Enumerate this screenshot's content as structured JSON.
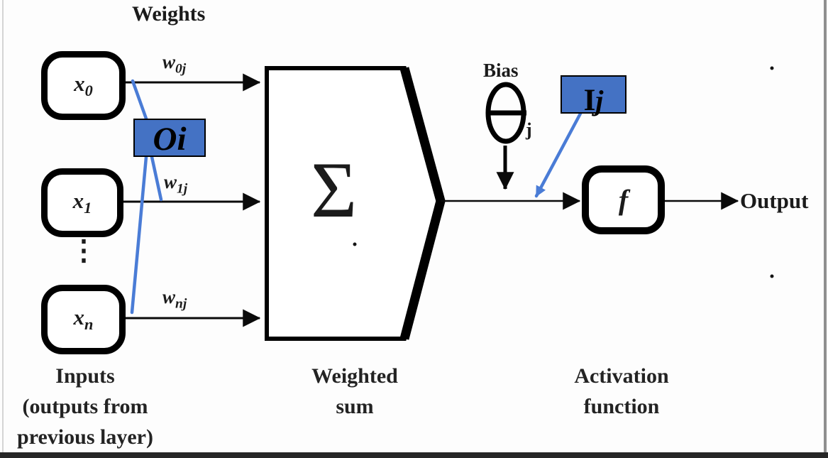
{
  "diagram": {
    "title": "Weights",
    "inputs": [
      {
        "base": "x",
        "sub": "0"
      },
      {
        "base": "x",
        "sub": "1"
      },
      {
        "base": "x",
        "sub": "n"
      }
    ],
    "ellipsis": "⋮",
    "weights": [
      {
        "base": "w",
        "sub": "0j"
      },
      {
        "base": "w",
        "sub": "1j"
      },
      {
        "base": "w",
        "sub": "nj"
      }
    ],
    "sum": {
      "symbol": "Σ",
      "caption_line1": "Weighted",
      "caption_line2": "sum"
    },
    "bias": {
      "label": "Bias",
      "subscript": "j"
    },
    "highlights": {
      "oi_label": "Oi",
      "ij_base": "I",
      "ij_sub": "j"
    },
    "activation": {
      "symbol": "f",
      "caption_line1": "Activation",
      "caption_line2": "function"
    },
    "output_label": "Output",
    "inputs_caption": {
      "line1": "Inputs",
      "line2": "(outputs from",
      "line3": "previous layer)"
    },
    "colors": {
      "highlight_fill": "#4472c4",
      "pointer_blue": "#4a7cd6",
      "ink": "#1b1b1b"
    }
  }
}
